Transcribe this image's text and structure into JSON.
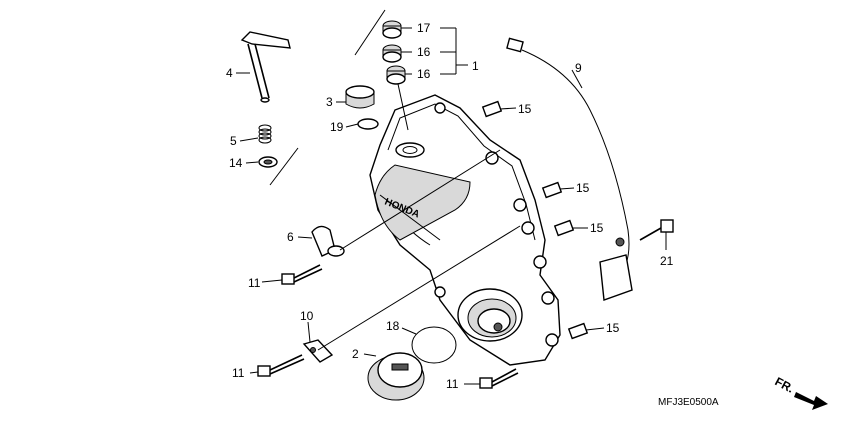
{
  "diagram": {
    "code": "MFJ3E0500A",
    "direction_label": "FR.",
    "brand_text": "HONDA"
  },
  "callouts": {
    "c1": "1",
    "c2": "2",
    "c3": "3",
    "c4": "4",
    "c5": "5",
    "c6": "6",
    "c9": "9",
    "c10": "10",
    "c14": "14",
    "c11a": "11",
    "c11b": "11",
    "c11c": "11",
    "c15a": "15",
    "c15b": "15",
    "c15c": "15",
    "c15d": "15",
    "c16a": "16",
    "c16b": "16",
    "c17": "17",
    "c18": "18",
    "c19": "19",
    "c21": "21"
  }
}
